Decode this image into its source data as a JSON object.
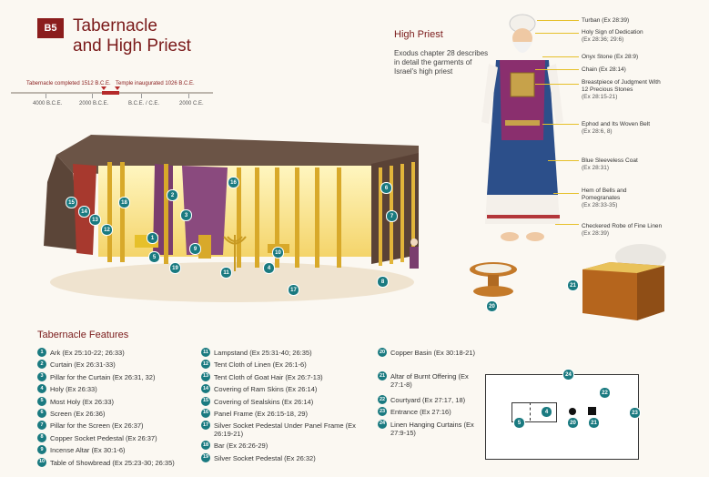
{
  "header": {
    "badge": "B5",
    "title_line1": "Tabernacle",
    "title_line2": "and High Priest"
  },
  "timeline": {
    "event_tabernacle": "Tabernacle completed 1512 B.C.E.",
    "event_temple": "Temple inaugurated 1026 B.C.E.",
    "ticks": [
      "4000 B.C.E.",
      "2000 B.C.E.",
      "B.C.E. / C.E.",
      "2000 C.E."
    ]
  },
  "high_priest": {
    "title": "High Priest",
    "description": "Exodus chapter 28 describes in detail the garments of Israel's high priest",
    "labels": [
      {
        "name": "Turban",
        "ref": "(Ex 28:39)"
      },
      {
        "name": "Holy Sign of Dedication",
        "ref": "(Ex 28:36; 29:6)"
      },
      {
        "name": "Onyx Stone",
        "ref": "(Ex 28:9)"
      },
      {
        "name": "Chain",
        "ref": "(Ex 28:14)"
      },
      {
        "name": "Breastpiece of Judgment With 12 Precious Stones",
        "ref": "(Ex 28:15-21)"
      },
      {
        "name": "Ephod and Its Woven Belt",
        "ref": "(Ex 28:6, 8)"
      },
      {
        "name": "Blue Sleeveless Coat",
        "ref": "(Ex 28:31)"
      },
      {
        "name": "Hem of Bells and Pomegranates",
        "ref": "(Ex 28:33-35)"
      },
      {
        "name": "Checkered Robe of Fine Linen",
        "ref": "(Ex 28:39)"
      }
    ]
  },
  "features": {
    "title": "Tabernacle Features",
    "col1": [
      {
        "n": "1",
        "text": "Ark (Ex 25:10-22; 26:33)"
      },
      {
        "n": "2",
        "text": "Curtain (Ex 26:31-33)"
      },
      {
        "n": "3",
        "text": "Pillar for the Curtain (Ex 26:31, 32)"
      },
      {
        "n": "4",
        "text": "Holy (Ex 26:33)"
      },
      {
        "n": "5",
        "text": "Most Holy (Ex 26:33)"
      },
      {
        "n": "6",
        "text": "Screen (Ex 26:36)"
      },
      {
        "n": "7",
        "text": "Pillar for the Screen (Ex 26:37)"
      },
      {
        "n": "8",
        "text": "Copper Socket Pedestal (Ex 26:37)"
      },
      {
        "n": "9",
        "text": "Incense Altar (Ex 30:1-6)"
      },
      {
        "n": "10",
        "text": "Table of Showbread (Ex 25:23-30; 26:35)"
      }
    ],
    "col2": [
      {
        "n": "11",
        "text": "Lampstand (Ex 25:31-40; 26:35)"
      },
      {
        "n": "12",
        "text": "Tent Cloth of Linen (Ex 26:1-6)"
      },
      {
        "n": "13",
        "text": "Tent Cloth of Goat Hair (Ex 26:7-13)"
      },
      {
        "n": "14",
        "text": "Covering of Ram Skins (Ex 26:14)"
      },
      {
        "n": "15",
        "text": "Covering of Sealskins (Ex 26:14)"
      },
      {
        "n": "16",
        "text": "Panel Frame (Ex 26:15-18, 29)"
      },
      {
        "n": "17",
        "text": "Silver Socket Pedestal Under Panel Frame (Ex 26:19-21)"
      },
      {
        "n": "18",
        "text": "Bar (Ex 26:26-29)"
      },
      {
        "n": "19",
        "text": "Silver Socket Pedestal (Ex 26:32)"
      }
    ],
    "col3": [
      {
        "n": "20",
        "text": "Copper Basin (Ex 30:18-21)"
      },
      {
        "n": "21",
        "text": "Altar of Burnt Offering (Ex 27:1-8)"
      },
      {
        "n": "22",
        "text": "Courtyard (Ex 27:17, 18)"
      },
      {
        "n": "23",
        "text": "Entrance (Ex 27:16)"
      },
      {
        "n": "24",
        "text": "Linen Hanging Curtains (Ex 27:9-15)"
      }
    ]
  },
  "illustration_markers": [
    "1",
    "2",
    "3",
    "4",
    "5",
    "6",
    "7",
    "8",
    "9",
    "10",
    "11",
    "12",
    "13",
    "14",
    "15",
    "16",
    "17",
    "18",
    "19",
    "20",
    "21"
  ],
  "plan_markers": [
    "5",
    "4",
    "20",
    "21",
    "22",
    "23",
    "24"
  ],
  "colors": {
    "accent_red": "#8b1d1d",
    "teal_marker": "#1a7a80",
    "gold": "#e6c02a",
    "tent_brown": "#6b5446",
    "purple": "#7a3d6e",
    "blue_robe": "#2c4f8a"
  }
}
